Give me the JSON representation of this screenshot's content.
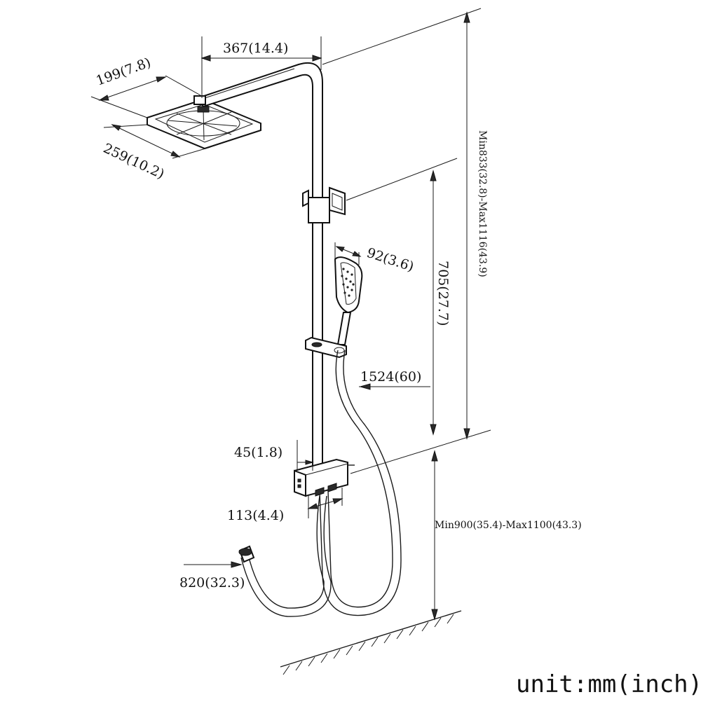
{
  "dimensions": {
    "top_arm": "367(14.4)",
    "head_depth": "199(7.8)",
    "head_width": "259(10.2)",
    "hand_shower": "92(3.6)",
    "slide_range": "705(27.7)",
    "total_height": "Min833(32.8)-Max1116(43.9)",
    "hose_length": "1524(60)",
    "pipe_offset": "45(1.8)",
    "valve_spacing": "113(4.4)",
    "inlet_hose": "820(32.3)",
    "mount_height": "Min900(35.4)-Max1100(43.3)"
  },
  "unit_label": "unit:mm(inch)"
}
